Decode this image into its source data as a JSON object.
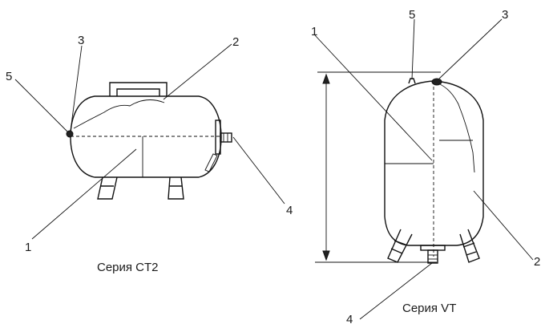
{
  "left_diagram": {
    "caption": "Серия CT2",
    "labels": {
      "l1": "1",
      "l2": "2",
      "l3": "3",
      "l4": "4",
      "l5": "5"
    }
  },
  "right_diagram": {
    "caption": "Серия VT",
    "labels": {
      "l1": "1",
      "l2": "2",
      "l3": "3",
      "l4": "4",
      "l5": "5"
    }
  }
}
